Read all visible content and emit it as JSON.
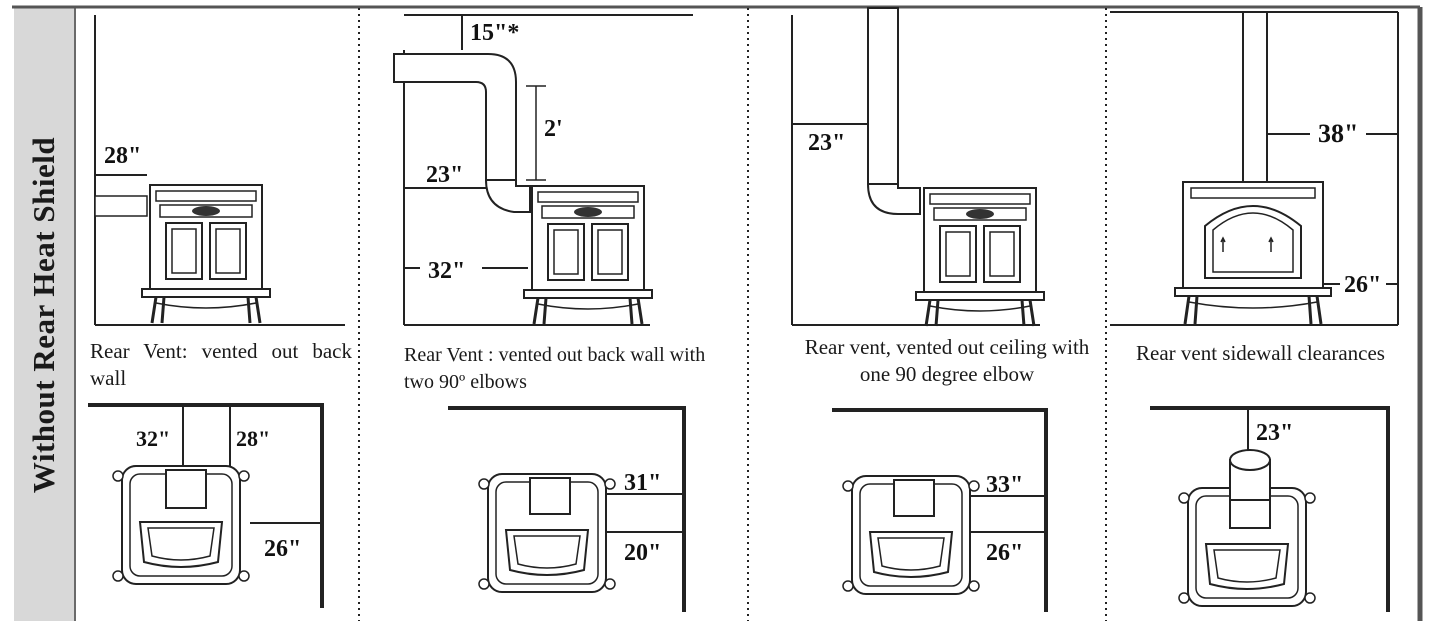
{
  "side_title": "Without Rear Heat Shield",
  "panels": [
    {
      "caption": "Rear Vent: vented out back wall",
      "side_labels": [
        "28\""
      ],
      "top_labels": [
        "32\"",
        "28\"",
        "26\""
      ]
    },
    {
      "caption": "Rear Vent : vented out back wall with two 90º elbows",
      "side_labels": [
        "15\"*",
        "2'",
        "23\"",
        "32\""
      ],
      "top_labels": [
        "31\"",
        "20\""
      ]
    },
    {
      "caption": "Rear vent, vented out ceiling with one 90 degree elbow",
      "side_labels": [
        "23\""
      ],
      "top_labels": [
        "33\"",
        "26\""
      ]
    },
    {
      "caption": "Rear vent sidewall clearances",
      "side_labels": [
        "38\"",
        "26\""
      ],
      "top_labels": [
        "23\""
      ]
    }
  ]
}
